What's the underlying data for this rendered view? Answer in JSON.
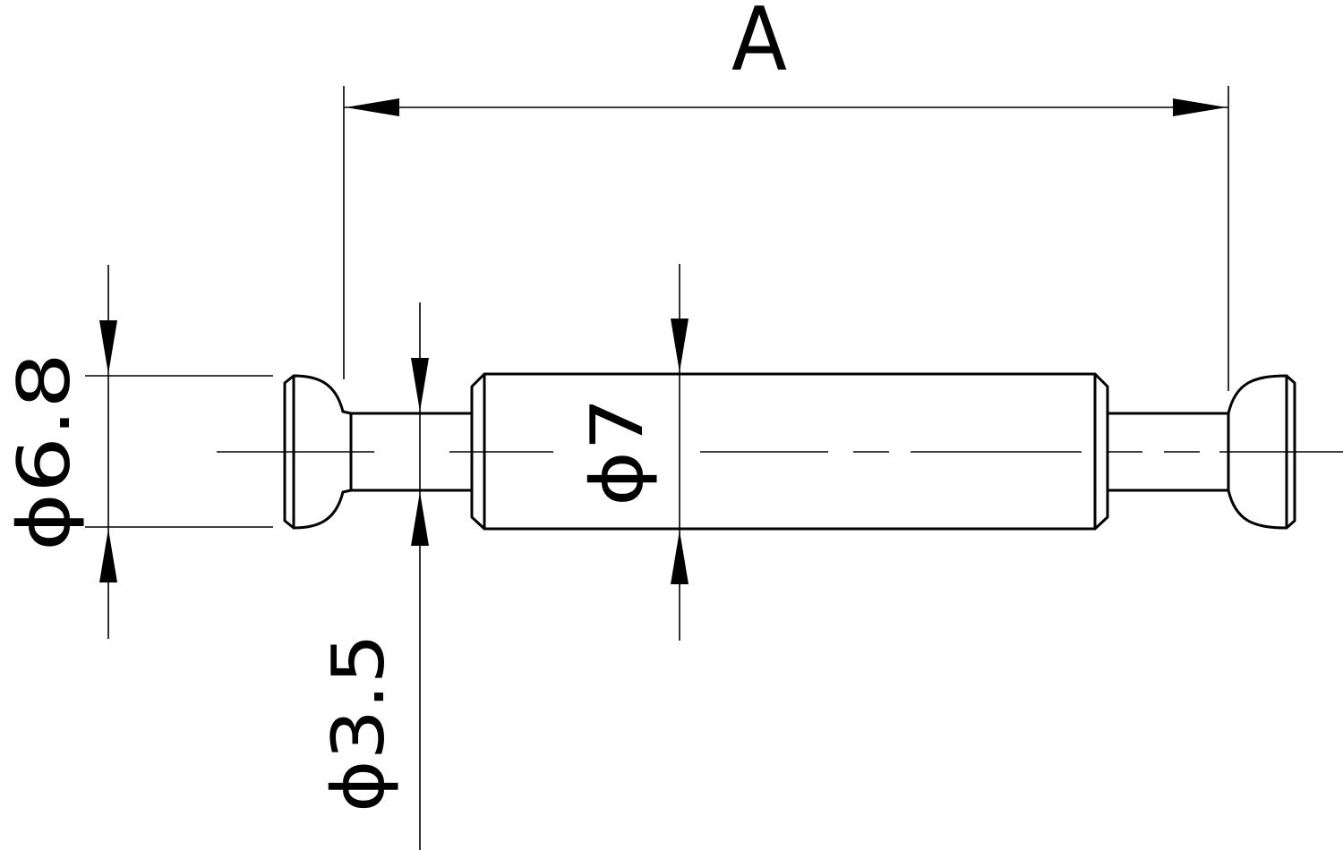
{
  "drawing": {
    "dimension_length": "A",
    "dia_head": "ϕ6.8",
    "dia_neck": "ϕ3.5",
    "dia_body": "ϕ7"
  }
}
